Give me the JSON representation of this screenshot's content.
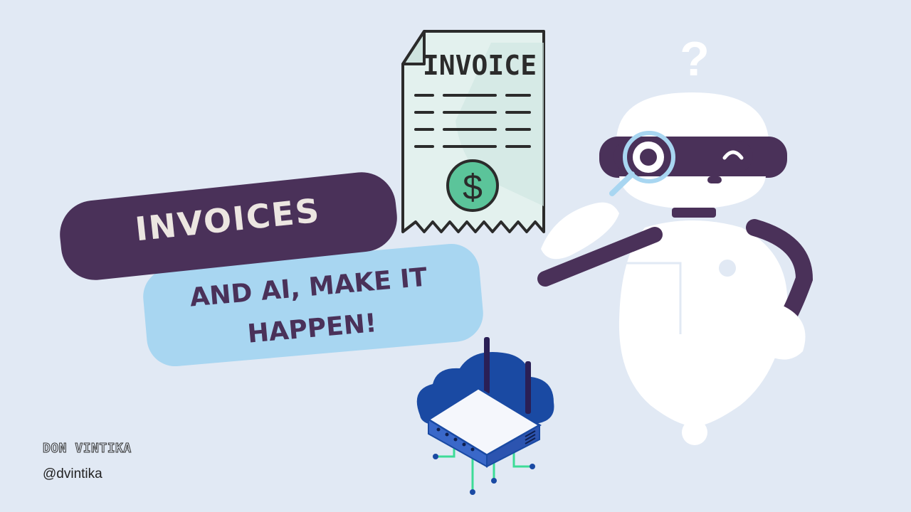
{
  "invoice": {
    "header": "INVOICE",
    "symbol": "$"
  },
  "robot": {
    "question_mark": "?"
  },
  "banner": {
    "title": "INVOICES",
    "subtitle_line1": "AND AI, MAKE IT",
    "subtitle_line2": "HAPPEN!"
  },
  "author": {
    "name": "DON VINTIKA",
    "handle": "@dvintika"
  },
  "colors": {
    "background": "#e1e9f4",
    "purple": "#4a3159",
    "light_blue": "#a8d6f1",
    "router_blue": "#1a4aa3",
    "circuit_green": "#3ddc97"
  }
}
